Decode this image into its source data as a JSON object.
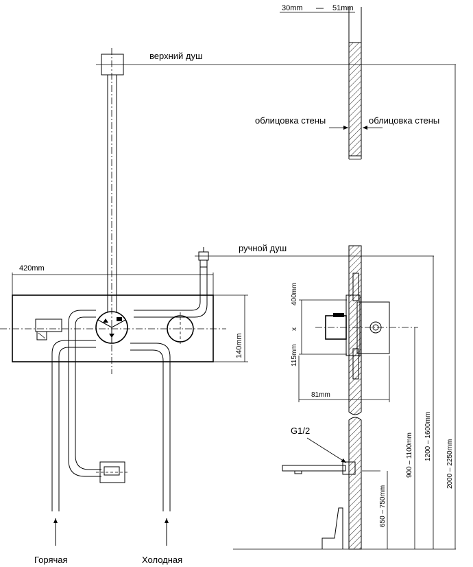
{
  "labels": {
    "top_shower": "верхний душ",
    "hand_shower": "ручной душ",
    "wall_cladding_left": "облицовка стены",
    "wall_cladding_right": "облицовка стены",
    "hot": "Горячая",
    "cold": "Холодная",
    "thread": "G1/2"
  },
  "dimensions": {
    "width_420": "420mm",
    "height_140": "140mm",
    "wall_min": "30mm",
    "dash": "—",
    "wall_max": "51mm",
    "v400": "400mm",
    "x": "x",
    "v115": "115mm",
    "d81": "81mm",
    "h900_1100": "900 – 1100mm",
    "h1200_1600": "1200 – 1600mm",
    "h2000_2250": "2000 – 2250mm",
    "h650_750": "650 – 750mm"
  }
}
